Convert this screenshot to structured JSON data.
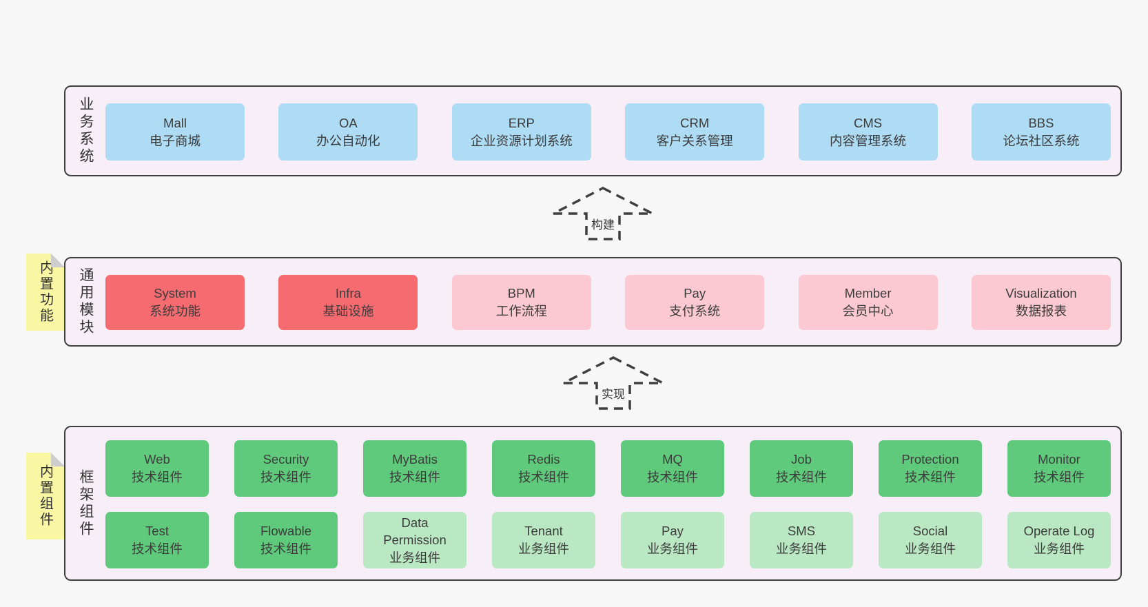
{
  "palette": {
    "page_bg": "#f7f7f7",
    "panel_bg": "#f8eef7",
    "panel_border": "#3f3f3f",
    "blue": "#aedcf5",
    "red": "#f56b70",
    "pink": "#fcc9d2",
    "green": "#5fca7b",
    "green_light": "#b9e8c2",
    "note_yellow": "#f9f7a3",
    "note_fold_gray": "#cdcdcd",
    "text": "#3c3c3c"
  },
  "arrows": [
    {
      "label": "构建"
    },
    {
      "label": "实现"
    }
  ],
  "layers": [
    {
      "label": "业务系统",
      "boxes": [
        {
          "title": "Mall",
          "subtitle": "电子商城",
          "variant": "blue"
        },
        {
          "title": "OA",
          "subtitle": "办公自动化",
          "variant": "blue"
        },
        {
          "title": "ERP",
          "subtitle": "企业资源计划系统",
          "variant": "blue"
        },
        {
          "title": "CRM",
          "subtitle": "客户关系管理",
          "variant": "blue"
        },
        {
          "title": "CMS",
          "subtitle": "内容管理系统",
          "variant": "blue"
        },
        {
          "title": "BBS",
          "subtitle": "论坛社区系统",
          "variant": "blue"
        }
      ]
    },
    {
      "label": "通用模块",
      "note": "内置功能",
      "boxes": [
        {
          "title": "System",
          "subtitle": "系统功能",
          "variant": "red"
        },
        {
          "title": "Infra",
          "subtitle": "基础设施",
          "variant": "red"
        },
        {
          "title": "BPM",
          "subtitle": "工作流程",
          "variant": "pink"
        },
        {
          "title": "Pay",
          "subtitle": "支付系统",
          "variant": "pink"
        },
        {
          "title": "Member",
          "subtitle": "会员中心",
          "variant": "pink"
        },
        {
          "title": "Visualization",
          "subtitle": "数据报表",
          "variant": "pink"
        }
      ]
    },
    {
      "label": "框架组件",
      "note": "内置组件",
      "rows": [
        [
          {
            "title": "Web",
            "subtitle": "技术组件",
            "variant": "green"
          },
          {
            "title": "Security",
            "subtitle": "技术组件",
            "variant": "green"
          },
          {
            "title": "MyBatis",
            "subtitle": "技术组件",
            "variant": "green"
          },
          {
            "title": "Redis",
            "subtitle": "技术组件",
            "variant": "green"
          },
          {
            "title": "MQ",
            "subtitle": "技术组件",
            "variant": "green"
          },
          {
            "title": "Job",
            "subtitle": "技术组件",
            "variant": "green"
          },
          {
            "title": "Protection",
            "subtitle": "技术组件",
            "variant": "green"
          },
          {
            "title": "Monitor",
            "subtitle": "技术组件",
            "variant": "green"
          }
        ],
        [
          {
            "title": "Test",
            "subtitle": "技术组件",
            "variant": "green"
          },
          {
            "title": "Flowable",
            "subtitle": "技术组件",
            "variant": "green"
          },
          {
            "title": "Data Permission",
            "subtitle": "业务组件",
            "variant": "green_light"
          },
          {
            "title": "Tenant",
            "subtitle": "业务组件",
            "variant": "green_light"
          },
          {
            "title": "Pay",
            "subtitle": "业务组件",
            "variant": "green_light"
          },
          {
            "title": "SMS",
            "subtitle": "业务组件",
            "variant": "green_light"
          },
          {
            "title": "Social",
            "subtitle": "业务组件",
            "variant": "green_light"
          },
          {
            "title": "Operate Log",
            "subtitle": "业务组件",
            "variant": "green_light"
          }
        ]
      ]
    }
  ]
}
